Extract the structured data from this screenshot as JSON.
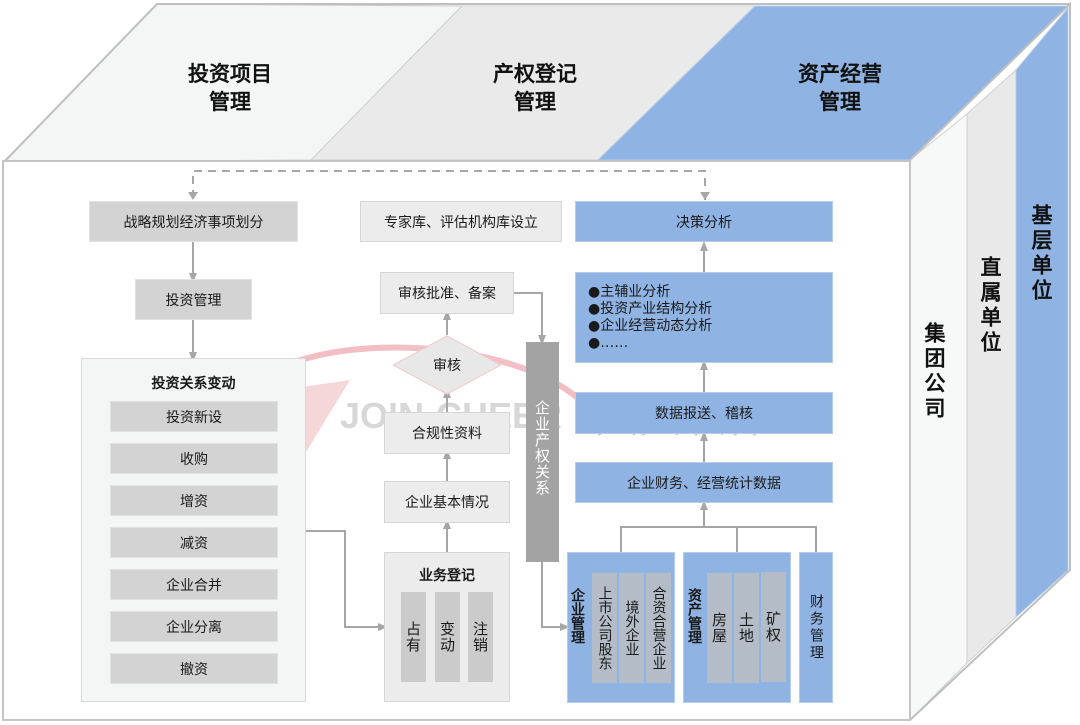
{
  "colors": {
    "accent_blue": "#8fb3e3",
    "gray_box": "#d3d3d3",
    "light_box": "#ececec",
    "dark_gray_bar": "#a3a3a3",
    "arrow_gray": "#a6a6a6",
    "watermark_red": "#e88a94"
  },
  "top_headers": [
    {
      "line1": "投资项目",
      "line2": "管理"
    },
    {
      "line1": "产权登记",
      "line2": "管理"
    },
    {
      "line1": "资产经营",
      "line2": "管理"
    }
  ],
  "side_layers": [
    {
      "label": "集团公司"
    },
    {
      "label": "直属单位"
    },
    {
      "label": "基层单位"
    }
  ],
  "investment": {
    "strategy_box": "战略规划经济事项划分",
    "invest_mgmt_box": "投资管理",
    "relation_change_panel": {
      "title": "投资关系变动",
      "items": [
        "投资新设",
        "收购",
        "增资",
        "减资",
        "企业合并",
        "企业分离",
        "撤资"
      ]
    }
  },
  "property": {
    "expert_box": "专家库、评估机构库设立",
    "approval_box": "审核批准、备案",
    "review_diamond": "审核",
    "compliance_box": "合规性资料",
    "basic_info_box": "企业基本情况",
    "business_reg_panel": {
      "title": "业务登记",
      "items": [
        "占有",
        "变动",
        "注销"
      ]
    },
    "ownership_bar": "企业产权关系"
  },
  "asset": {
    "decision_box": "决策分析",
    "analysis_list": [
      "●主辅业分析",
      "●投资产业结构分析",
      "●企业经营动态分析",
      "●……"
    ],
    "report_box": "数据报送、稽核",
    "finance_stats_box": "企业财务、经营统计数据",
    "enterprise_mgmt": {
      "title": "企业管理",
      "items": [
        "上市公司股东",
        "境外企业",
        "合资合营企业"
      ]
    },
    "asset_mgmt": {
      "title": "资产管理",
      "items": [
        "房屋",
        "土地",
        "矿权"
      ]
    },
    "finance_mgmt": "财务管理"
  },
  "watermark": {
    "text_en": "JOIN-CHEER",
    "text_cn": "久其软件"
  }
}
